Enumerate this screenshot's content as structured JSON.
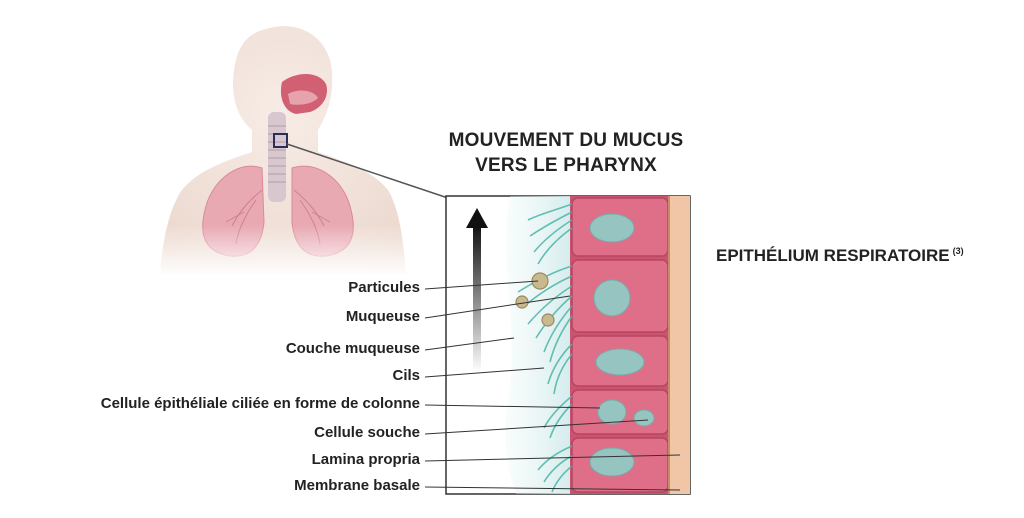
{
  "title": {
    "line1": "MOUVEMENT DU MUCUS",
    "line2": "VERS LE PHARYNX"
  },
  "side_title": {
    "text": "EPITHÉLIUM RESPIRATOIRE",
    "superscript": "(3)"
  },
  "labels": [
    "Particules",
    "Muqueuse",
    "Couche muqueuse",
    "Cils",
    "Cellule épithéliale ciliée en forme de colonne",
    "Cellule souche",
    "Lamina propria",
    "Membrane basale"
  ],
  "colors": {
    "skin": "#f2e4dc",
    "lung": "#e8a9b3",
    "cell": "#d9607a",
    "nucleus": "#8fcfc8",
    "cilia": "#4bb5a8",
    "mucus": "#d8eeee",
    "lamina": "#f0c6a6"
  }
}
